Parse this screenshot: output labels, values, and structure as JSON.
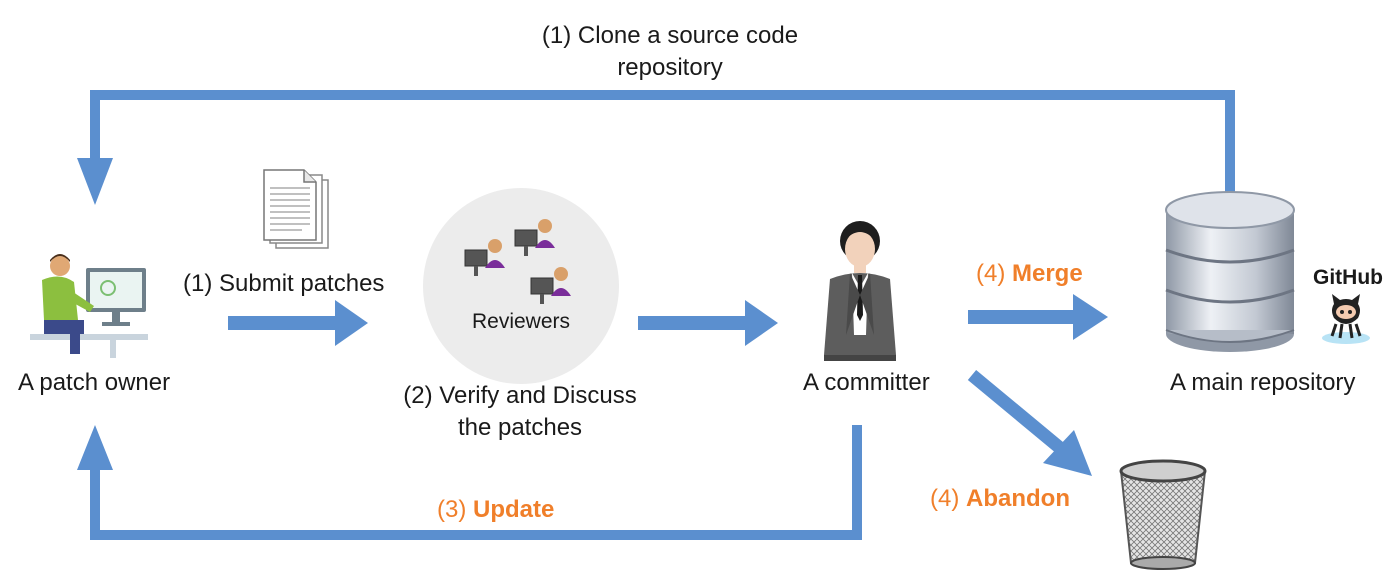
{
  "labels": {
    "clone_line1": "(1) Clone a source code",
    "clone_line2": "repository",
    "submit": "(1) Submit patches",
    "reviewers": "Reviewers",
    "verify_line1": "(2) Verify and Discuss",
    "verify_line2": "the patches",
    "patch_owner": "A patch owner",
    "committer": "A committer",
    "main_repo": "A main repository",
    "github": "GitHub",
    "merge_prefix": "(4) ",
    "merge_word": "Merge",
    "abandon_prefix": "(4) ",
    "abandon_word": "Abandon",
    "update_prefix": "(3) ",
    "update_word": "Update"
  },
  "colors": {
    "arrow": "#5b8fcf",
    "accent": "#f07f2a",
    "text": "#1a1a1a"
  },
  "icons": [
    "document-icon",
    "reviewers-icon",
    "patch-owner-icon",
    "committer-icon",
    "database-icon",
    "github-octocat-icon",
    "trash-bin-icon"
  ]
}
